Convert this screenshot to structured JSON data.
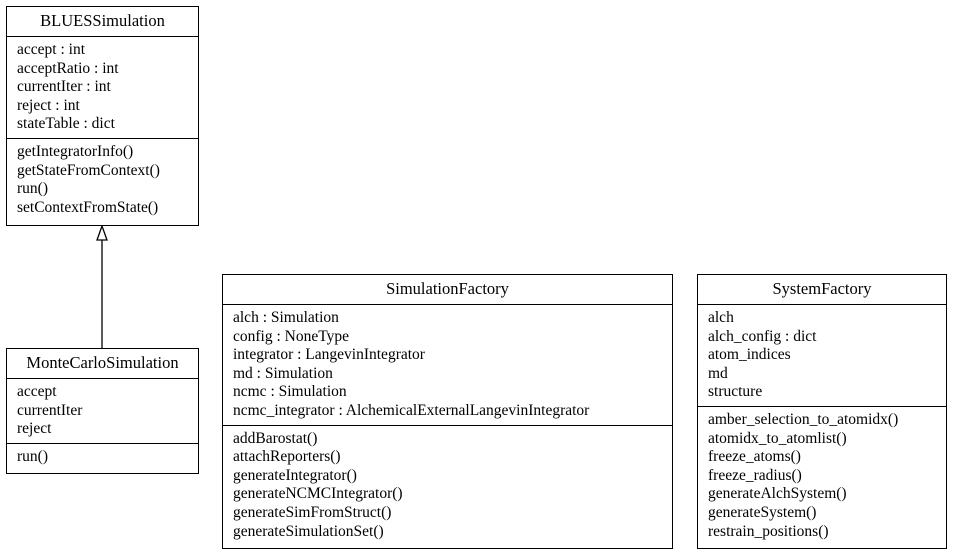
{
  "classes": {
    "blues": {
      "name": "BLUESSimulation",
      "attributes": [
        "accept : int",
        "acceptRatio : int",
        "currentIter : int",
        "reject : int",
        "stateTable : dict"
      ],
      "methods": [
        "getIntegratorInfo()",
        "getStateFromContext()",
        "run()",
        "setContextFromState()"
      ]
    },
    "montecarlo": {
      "name": "MonteCarloSimulation",
      "attributes": [
        "accept",
        "currentIter",
        "reject"
      ],
      "methods": [
        "run()"
      ]
    },
    "simfactory": {
      "name": "SimulationFactory",
      "attributes": [
        "alch : Simulation",
        "config : NoneType",
        "integrator : LangevinIntegrator",
        "md : Simulation",
        "ncmc : Simulation",
        "ncmc_integrator : AlchemicalExternalLangevinIntegrator"
      ],
      "methods": [
        "addBarostat()",
        "attachReporters()",
        "generateIntegrator()",
        "generateNCMCIntegrator()",
        "generateSimFromStruct()",
        "generateSimulationSet()"
      ]
    },
    "sysfactory": {
      "name": "SystemFactory",
      "attributes": [
        "alch",
        "alch_config : dict",
        "atom_indices",
        "md",
        "structure"
      ],
      "methods": [
        "amber_selection_to_atomidx()",
        "atomidx_to_atomlist()",
        "freeze_atoms()",
        "freeze_radius()",
        "generateAlchSystem()",
        "generateSystem()",
        "restrain_positions()"
      ]
    }
  },
  "relations": [
    {
      "type": "inheritance",
      "from": "MonteCarloSimulation",
      "to": "BLUESSimulation"
    }
  ]
}
